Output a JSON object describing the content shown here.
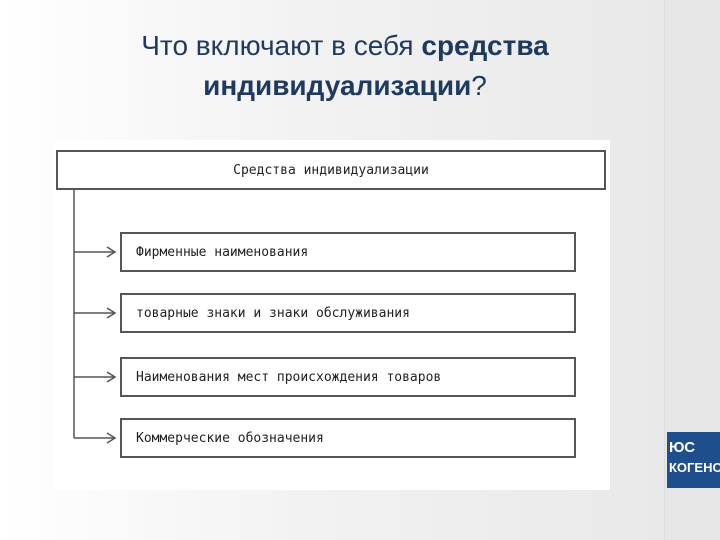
{
  "slide": {
    "title_part1": "Что включают в себя ",
    "title_bold1": "средства",
    "title_bold2": "индивидуализации",
    "title_end": "?"
  },
  "diagram": {
    "root": "Средства индивидуализации",
    "children": [
      "Фирменные наименования",
      "товарные знаки и знаки обслуживания",
      "Наименования мест происхождения товаров",
      "Коммерческие обозначения"
    ]
  },
  "logo": {
    "line1": "ЮС",
    "line2": "КОГЕНС I",
    "bg_color": "#1e4e8c",
    "text_color": "#ffffff"
  }
}
